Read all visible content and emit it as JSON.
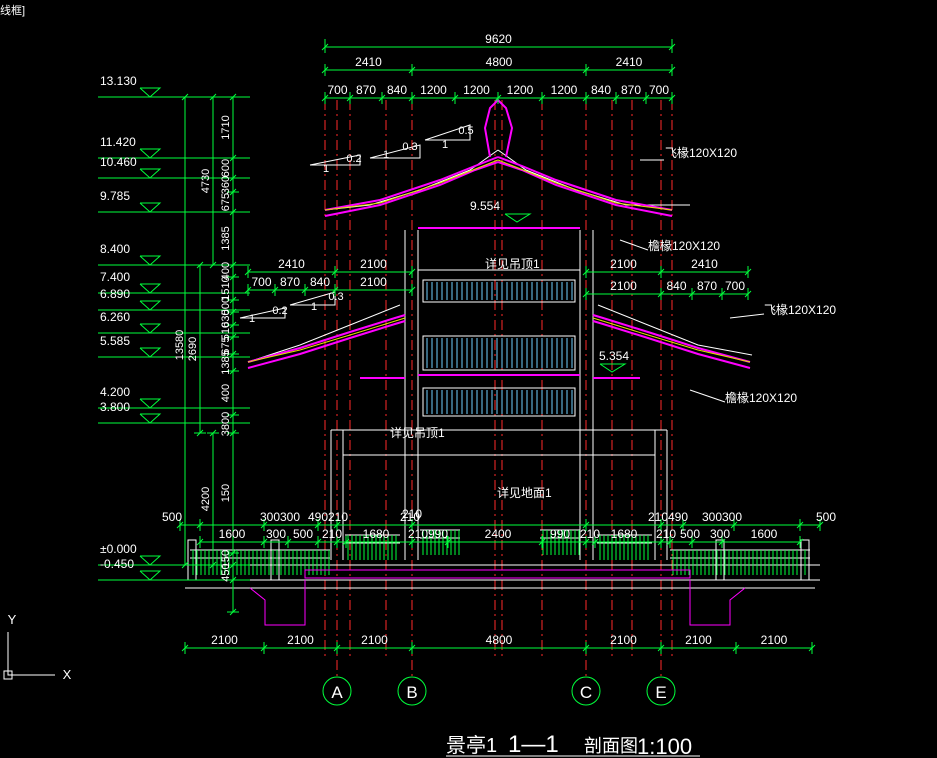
{
  "viewport": {
    "label": "线框]"
  },
  "title": {
    "name": "景亭1",
    "section": "1—1",
    "kind": "剖面图",
    "scale": "1:100"
  },
  "dims": {
    "top_total": "9620",
    "top_mid": [
      "2410",
      "4800",
      "2410"
    ],
    "top_detail": [
      "700",
      "870",
      "840",
      "1200",
      "1200",
      "1200",
      "1200",
      "840",
      "870",
      "700"
    ],
    "lower_left": [
      "2410",
      "2100"
    ],
    "lower_left_detail": [
      "700",
      "870",
      "840",
      "2100"
    ],
    "lower_right": [
      "2100",
      "2410"
    ],
    "lower_right_detail": [
      "2100",
      "840",
      "870",
      "700"
    ],
    "floor_a": [
      "500",
      "300300",
      "490210",
      "210",
      "210",
      "210490",
      "300300",
      "500"
    ],
    "floor_b": [
      "1600",
      "300",
      "500",
      "210",
      "1680",
      "210990",
      "2400",
      "990",
      "210",
      "1680",
      "210",
      "500",
      "300",
      "1600"
    ],
    "bottom": [
      "2100",
      "2100",
      "2100",
      "4800",
      "2100",
      "2100",
      "2100"
    ],
    "vert_1": [
      "1710",
      "600",
      "360",
      "675",
      "1385",
      "400",
      "1510",
      "500",
      "630",
      "510",
      "675",
      "1385",
      "400",
      "3800",
      "150",
      "150",
      "450"
    ],
    "vert_2": [
      "4730",
      "13580",
      "2690",
      "4200"
    ]
  },
  "elevations": [
    "13.130",
    "11.420",
    "10.460",
    "9.785",
    "8.400",
    "7.400",
    "6.890",
    "6.260",
    "5.585",
    "4.200",
    "3.800",
    "±0.000",
    "-0.450"
  ],
  "spot_levels": [
    "9.554",
    "5.354"
  ],
  "slopes": [
    "1",
    "0.2",
    "1",
    "0.3",
    "1",
    "0.5",
    "1",
    "0.2",
    "1",
    "0.3"
  ],
  "notes": {
    "rafter_upper": "飞椽120X120",
    "eave_upper": "檐椽120X120",
    "rafter_lower": "飞椽120X120",
    "eave_lower": "檐椽120X120",
    "ceiling_1": "详见吊顶1",
    "ceiling_2": "详见吊顶1",
    "floor": "详见地面1"
  },
  "grid_axes": [
    "A",
    "B",
    "C",
    "E"
  ],
  "ucs": {
    "y": "Y",
    "x": "X"
  },
  "colors": {
    "dim": "#00ff3c",
    "roof": "#ff00ff",
    "structure": "#ffffff",
    "axis": "#ff2a2a",
    "glass": "#6fd0ff",
    "eave": "#e0e000"
  }
}
